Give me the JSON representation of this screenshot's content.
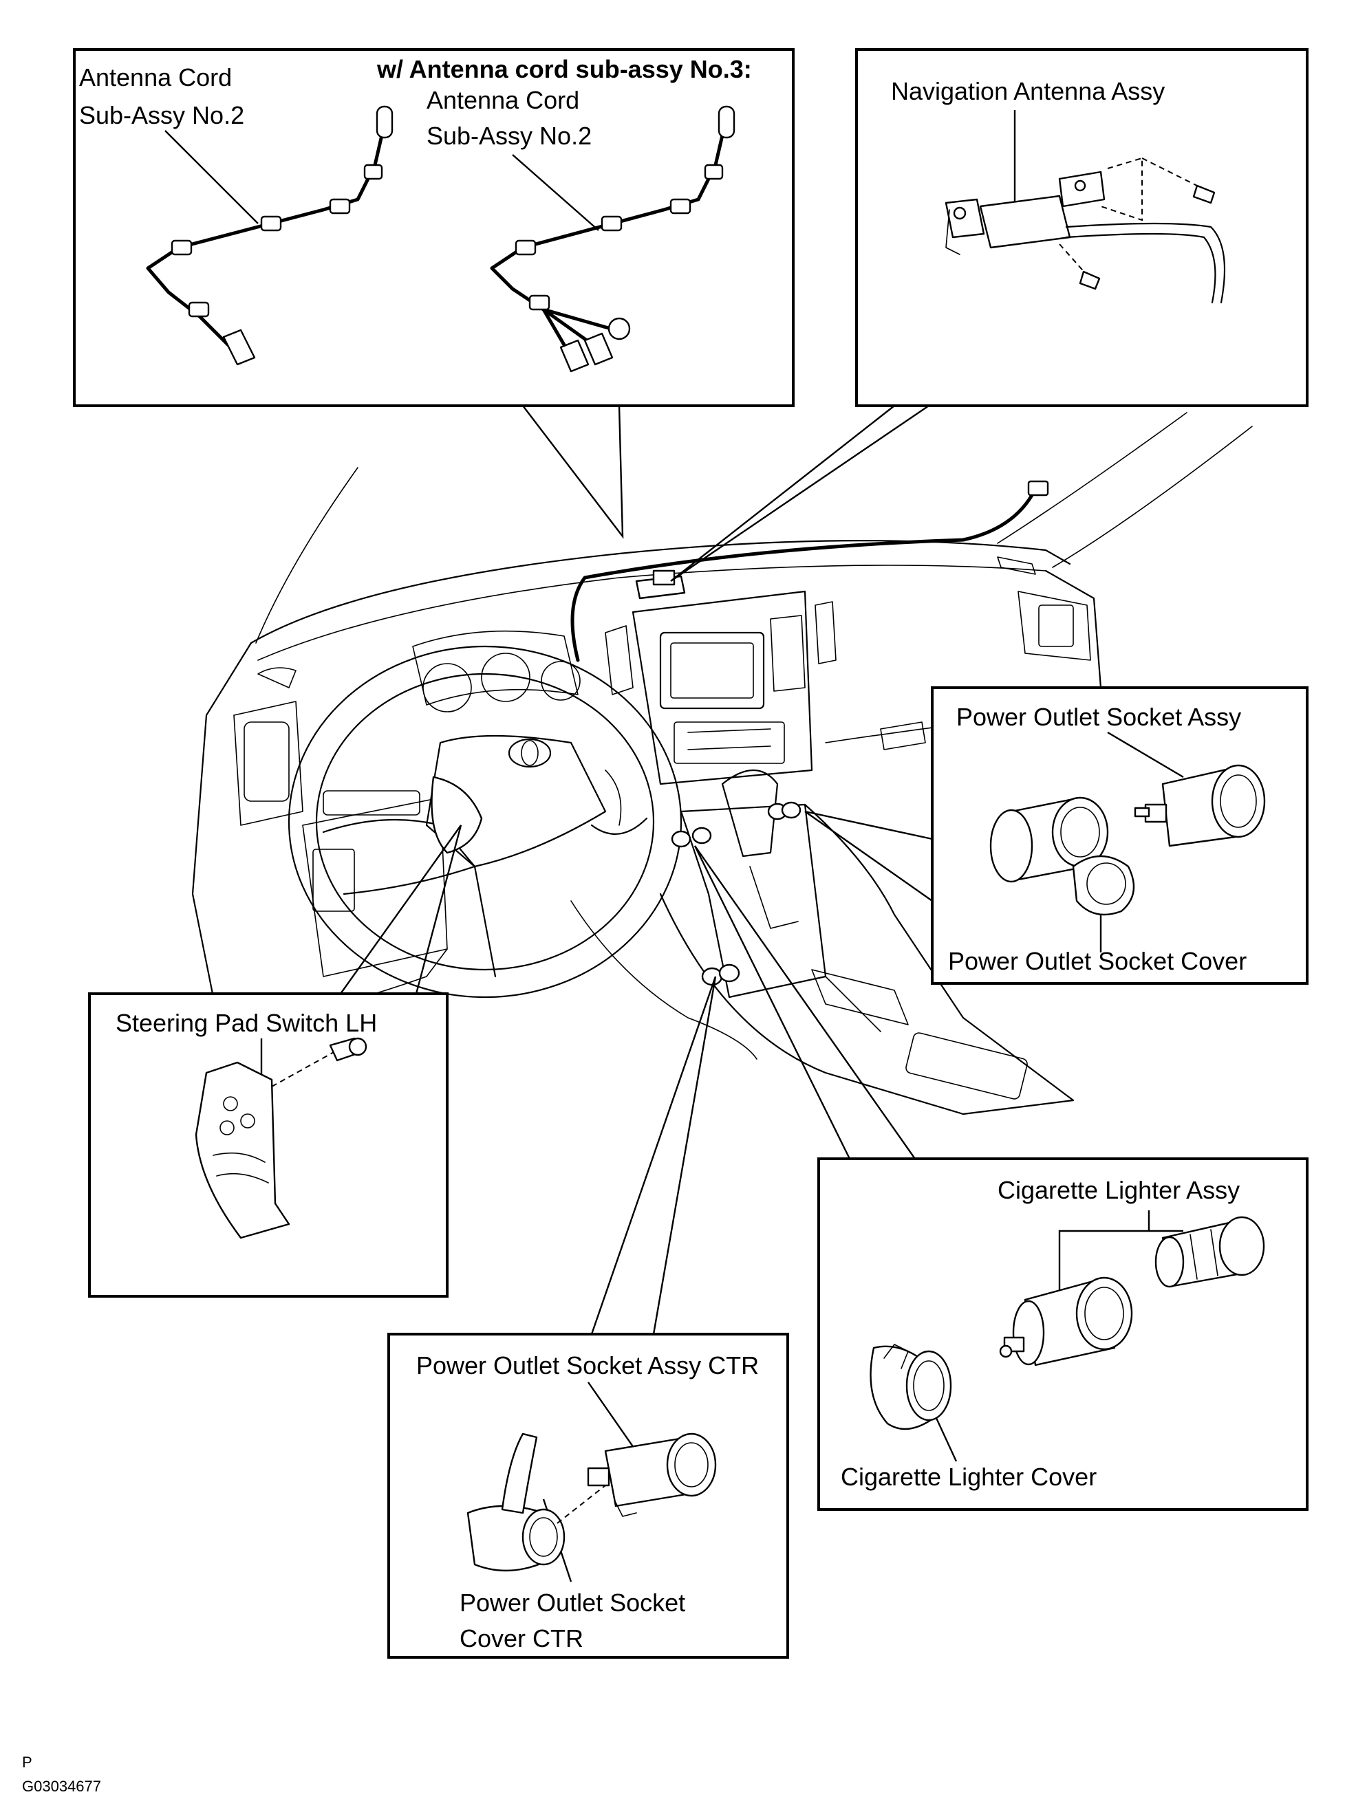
{
  "callouts": {
    "antenna_left_line1": "Antenna Cord",
    "antenna_left_line2": "Sub-Assy  No.2",
    "antenna_variant_header": "w/ Antenna cord sub-assy No.3:",
    "antenna_right_line1": "Antenna Cord",
    "antenna_right_line2": "Sub-Assy  No.2",
    "navigation_antenna": "Navigation Antenna Assy",
    "power_outlet_socket_assy": "Power Outlet Socket Assy",
    "power_outlet_socket_cover": "Power Outlet Socket Cover",
    "steering_pad_switch": "Steering Pad Switch LH",
    "cigarette_lighter_assy": "Cigarette Lighter Assy",
    "cigarette_lighter_cover": "Cigarette Lighter Cover",
    "power_outlet_ctr_assy": "Power Outlet Socket Assy CTR",
    "power_outlet_ctr_cover_line1": "Power Outlet Socket",
    "power_outlet_ctr_cover_line2": "Cover CTR"
  },
  "footer": {
    "section_letter": "P",
    "figure_code": "G03034677"
  }
}
